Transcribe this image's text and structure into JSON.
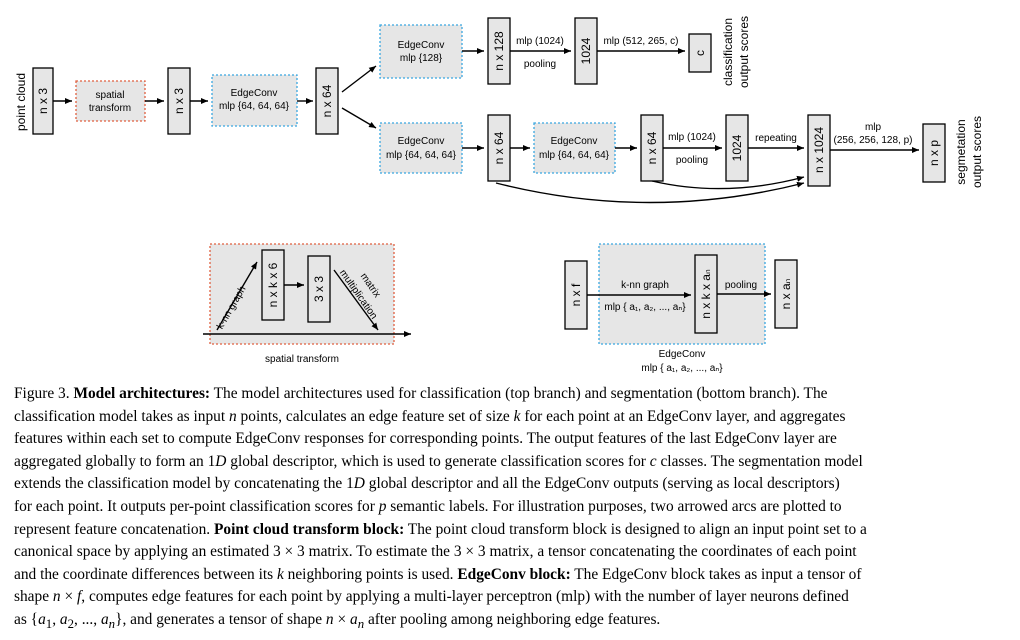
{
  "figure": {
    "input": {
      "side_label": "point cloud",
      "box": "n x 3"
    },
    "spatial_transform": {
      "line1": "spatial",
      "line2": "transform"
    },
    "after_transform": "n x 3",
    "edgeconv1": {
      "line1": "EdgeConv",
      "line2": "mlp {64, 64, 64}"
    },
    "feat1": "n x 64",
    "cls": {
      "edgeconv": {
        "line1": "EdgeConv",
        "line2": "mlp {128}"
      },
      "feat": "n x 128",
      "mlp_label": "mlp (1024)",
      "pooling": "pooling",
      "global": "1024",
      "mlp2_label": "mlp (512, 265, c)",
      "out_box": "c",
      "out_line1": "classification",
      "out_line2": "output scores"
    },
    "seg": {
      "edgeconv_a": {
        "line1": "EdgeConv",
        "line2": "mlp {64, 64, 64}"
      },
      "feat_a": "n x 64",
      "edgeconv_b": {
        "line1": "EdgeConv",
        "line2": "mlp {64, 64, 64}"
      },
      "feat_b": "n x 64",
      "mlp_label": "mlp (1024)",
      "pooling": "pooling",
      "global": "1024",
      "repeating": "repeating",
      "concat": "n x 1024",
      "mlp2_line1": "mlp",
      "mlp2_line2": "(256, 256, 128, p)",
      "out_box": "n x p",
      "out_line1": "segmetation",
      "out_line2": "output scores"
    },
    "transform_block": {
      "knn": "k-nn graph",
      "tensor": "n x k x 6",
      "matrix": "3 x 3",
      "mult_line1": "matrix",
      "mult_line2": "multiplication",
      "title": "spatial transform"
    },
    "edgeconv_block": {
      "input": "n x f",
      "knn": "k-nn graph",
      "mlp": "mlp { a₁, a₂, ..., aₙ}",
      "tensor": "n x k x aₙ",
      "pooling": "pooling",
      "output": "n x aₙ",
      "title_line1": "EdgeConv",
      "title_line2": "mlp { a₁, a₂, ..., aₙ}"
    }
  },
  "caption": {
    "label": "Figure 3.",
    "lines": [
      [
        {
          "b": "Model architectures:"
        },
        {
          "t": " The model architectures used for classification (top branch) and segmentation (bottom branch).  The"
        }
      ],
      [
        {
          "t": "classification model takes as input "
        },
        {
          "i": "n"
        },
        {
          "t": " points, calculates an edge feature set of size "
        },
        {
          "i": "k"
        },
        {
          "t": " for each point at an EdgeConv layer, and aggregates"
        }
      ],
      [
        {
          "t": "features within each set to compute EdgeConv responses for corresponding points.  The output features of the last EdgeConv layer are"
        }
      ],
      [
        {
          "t": "aggregated globally to form an 1"
        },
        {
          "i": "D"
        },
        {
          "t": " global descriptor, which is used to generate classification scores for "
        },
        {
          "i": "c"
        },
        {
          "t": " classes. The segmentation model"
        }
      ],
      [
        {
          "t": "extends the classification model by concatenating the 1"
        },
        {
          "i": "D"
        },
        {
          "t": " global descriptor and all the EdgeConv outputs (serving as local descriptors)"
        }
      ],
      [
        {
          "t": "for each point.  It outputs per-point classification scores for "
        },
        {
          "i": "p"
        },
        {
          "t": " semantic labels.  For illustration purposes, two arrowed arcs are plotted to"
        }
      ],
      [
        {
          "t": "represent feature concatenation. "
        },
        {
          "b": "Point cloud transform block:"
        },
        {
          "t": " The point cloud transform block is designed to align an input point set to a"
        }
      ],
      [
        {
          "t": "canonical space by applying an estimated 3 × 3 matrix. To estimate the 3 × 3 matrix, a tensor concatenating the coordinates of each point"
        }
      ],
      [
        {
          "t": "and the coordinate differences between its "
        },
        {
          "i": "k"
        },
        {
          "t": " neighboring points is used. "
        },
        {
          "b": "EdgeConv block:"
        },
        {
          "t": " The EdgeConv block takes as input a tensor of"
        }
      ],
      [
        {
          "t": "shape "
        },
        {
          "i": "n"
        },
        {
          "t": " × "
        },
        {
          "i": "f"
        },
        {
          "t": ", computes edge features for each point by applying a multi-layer perceptron (mlp) with the number of layer neurons defined"
        }
      ],
      [
        {
          "t": "as {"
        },
        {
          "i": "a"
        },
        {
          "s": "1"
        },
        {
          "t": ", "
        },
        {
          "i": "a"
        },
        {
          "s": "2"
        },
        {
          "t": ", ..., "
        },
        {
          "i": "a"
        },
        {
          "si": "n"
        },
        {
          "t": "}, and generates a tensor of shape "
        },
        {
          "i": "n"
        },
        {
          "t": " × "
        },
        {
          "i": "a"
        },
        {
          "si": "n"
        },
        {
          "t": " after pooling among neighboring edge features."
        }
      ]
    ]
  }
}
